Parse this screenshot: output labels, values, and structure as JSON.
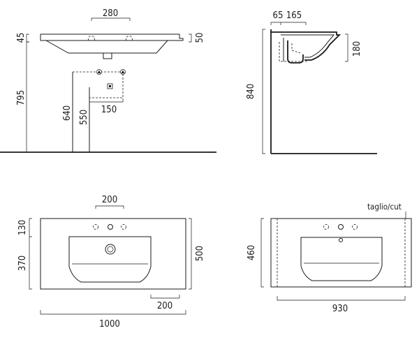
{
  "dimensions": {
    "front_tap_spacing": "280",
    "front_rim_height": "45",
    "front_rim_right": "50",
    "front_total_height": "795",
    "front_height_640": "640",
    "front_height_550": "550",
    "front_supply_spacing": "150",
    "side_offset_65": "65",
    "side_offset_165": "165",
    "side_bowl_depth": "180",
    "side_height": "840",
    "top_tap_spacing": "200",
    "top_depth_130": "130",
    "top_depth_370": "370",
    "top_total_depth": "500",
    "top_right_200": "200",
    "top_width": "1000",
    "cut_depth": "460",
    "cut_width": "930"
  },
  "annotations": {
    "taglio": "taglio/",
    "cut": "cut"
  },
  "colors": {
    "line": "#1a1a1a",
    "background": "#ffffff"
  }
}
